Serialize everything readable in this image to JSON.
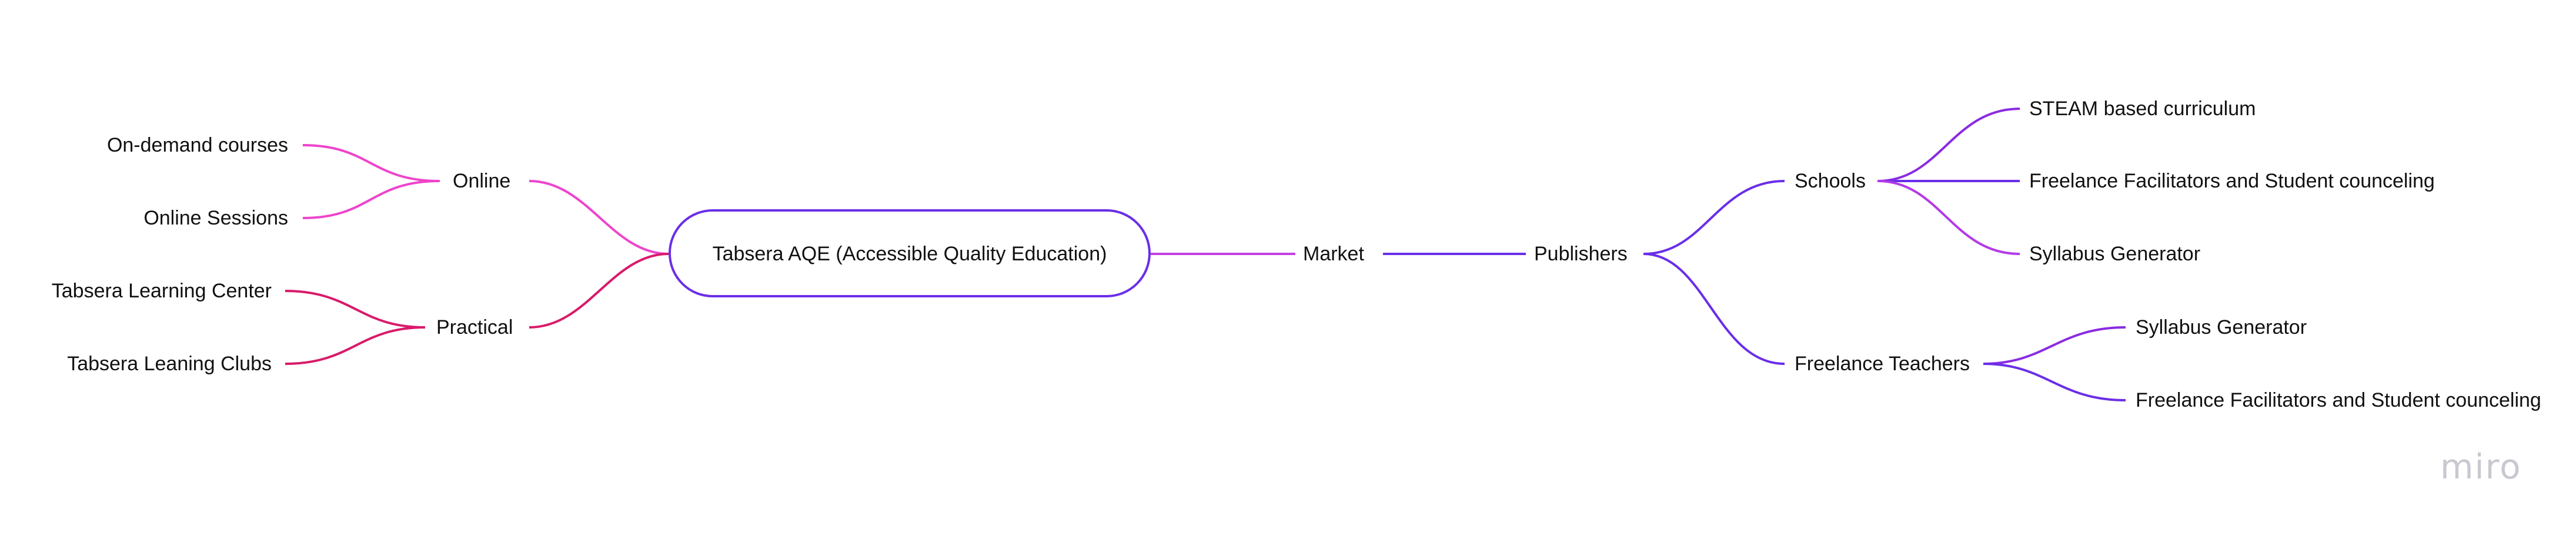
{
  "root": {
    "label": "Tabsera AQE (Accessible Quality Education)"
  },
  "left": {
    "online": {
      "label": "Online",
      "children": [
        "On-demand courses",
        "Online Sessions"
      ]
    },
    "practical": {
      "label": "Practical",
      "children": [
        "Tabsera Learning Center",
        "Tabsera Leaning Clubs"
      ]
    }
  },
  "right": {
    "market": "Market",
    "publishers": "Publishers",
    "schools": {
      "label": "Schools",
      "children": [
        "STEAM based curriculum",
        "Freelance Facilitators and Student counceling",
        "Syllabus Generator"
      ]
    },
    "freelance": {
      "label": "Freelance Teachers",
      "children": [
        "Syllabus Generator",
        "Freelance Facilitators and Student counceling"
      ]
    }
  },
  "watermark": "miro",
  "colors": {
    "violet": "#6a2ee8",
    "pink": "#ee44cc",
    "crimson": "#d91a6a",
    "magenta": "#c43fe0"
  }
}
